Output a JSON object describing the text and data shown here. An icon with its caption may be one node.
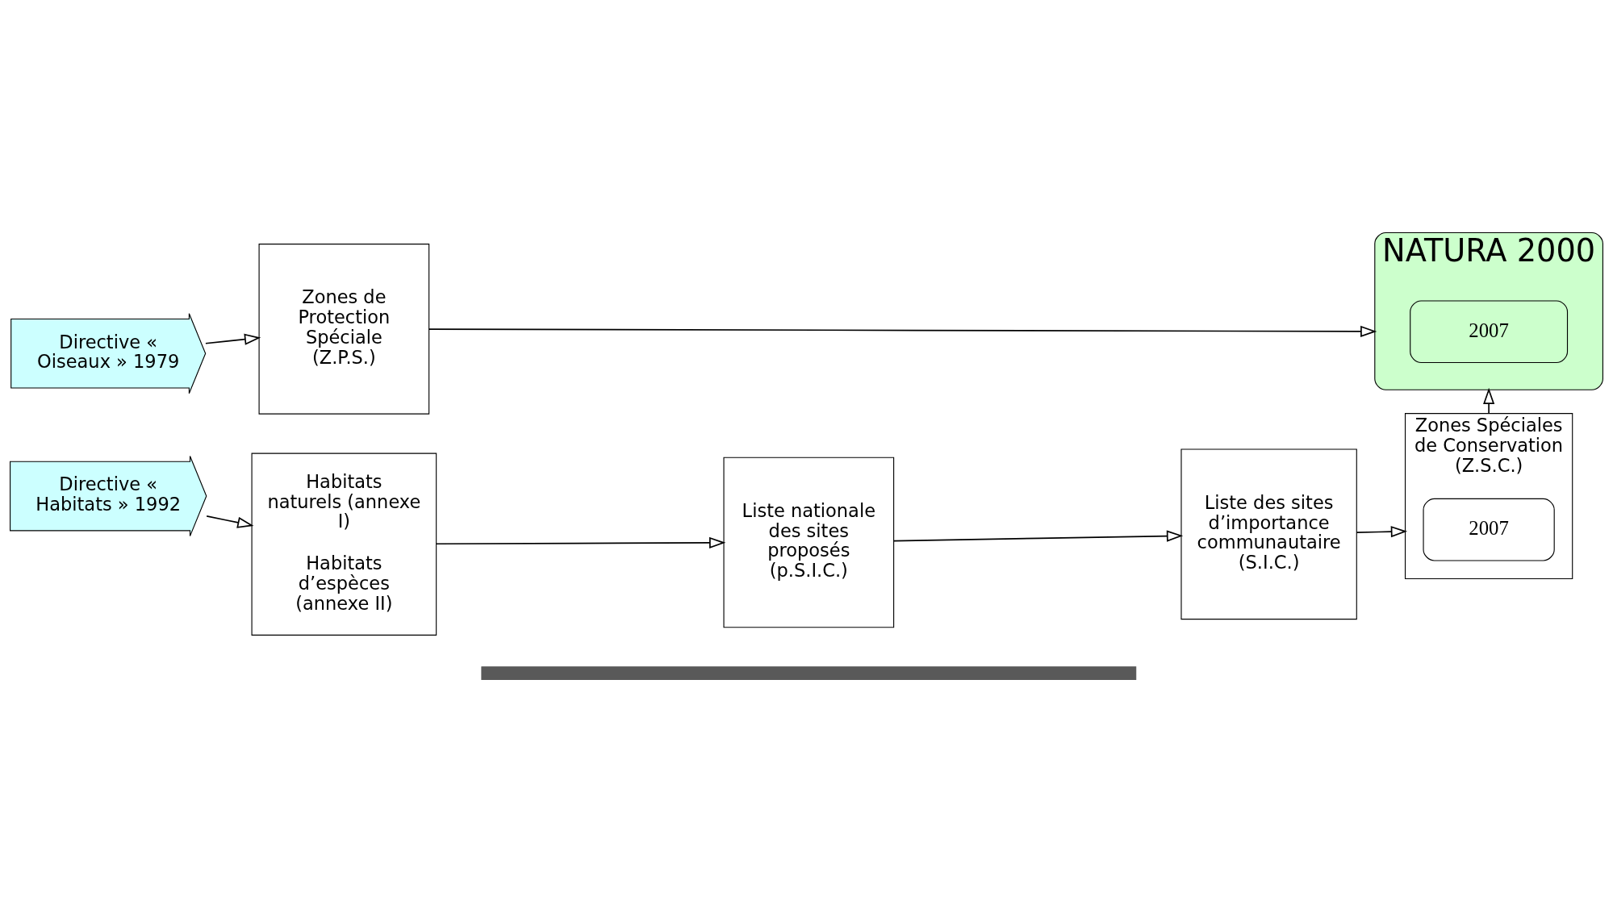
{
  "diagram": {
    "nodes": [
      {
        "text": [
          "Directive « Oiseaux » 1979"
        ]
      },
      {
        "text": [
          "Zones de Protection Spéciale (Z.P.S.)"
        ]
      },
      {
        "text": [
          "NATURA 2000"
        ]
      },
      {
        "text": [
          "2007"
        ],
        "in": 2
      },
      {
        "text": [
          "Directive « Habitats » 1992"
        ]
      },
      {
        "text": [
          "Habitats naturels (annexe I)",
          "Habitats d’espèces (annexe II)"
        ]
      },
      {
        "text": [
          "Liste nationale des sites proposés (p.S.I.C.)"
        ]
      },
      {
        "text": [
          "Liste des sites d’importance communautaire (S.I.C.)"
        ]
      },
      {
        "text": [
          "Zones Spéciales de Conservation (Z.S.C.)"
        ]
      },
      {
        "text": [
          "2007"
        ],
        "in": 8
      },
      {
        "text": [],
        "shape": "bar"
      }
    ],
    "edges": [
      {
        "from": 0,
        "to": 1,
        "arrow": "to"
      },
      {
        "from": 1,
        "to": 2,
        "arrow": "to"
      },
      {
        "from": 4,
        "to": 5,
        "arrow": "to"
      },
      {
        "from": 5,
        "to": 6,
        "arrow": "to"
      },
      {
        "from": 6,
        "to": 7,
        "arrow": "to"
      },
      {
        "from": 7,
        "to": 8,
        "arrow": "to"
      },
      {
        "from": 8,
        "to": 2,
        "arrow": "to"
      }
    ]
  }
}
